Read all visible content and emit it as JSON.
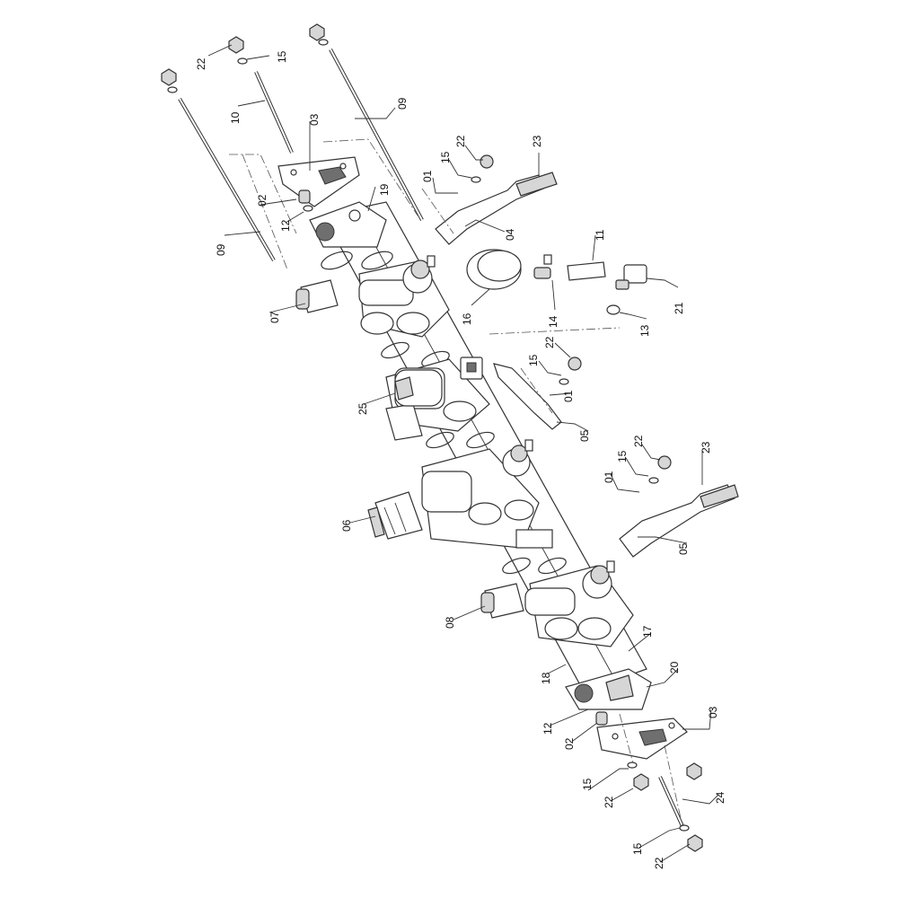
{
  "callouts": [
    {
      "id": "c1",
      "text": "22"
    },
    {
      "id": "c2",
      "text": "15"
    },
    {
      "id": "c3",
      "text": "10"
    },
    {
      "id": "c4",
      "text": "03"
    },
    {
      "id": "c5",
      "text": "09"
    },
    {
      "id": "c6",
      "text": "02"
    },
    {
      "id": "c7",
      "text": "12"
    },
    {
      "id": "c8",
      "text": "19"
    },
    {
      "id": "c9",
      "text": "09"
    },
    {
      "id": "c10",
      "text": "01"
    },
    {
      "id": "c11",
      "text": "15"
    },
    {
      "id": "c12",
      "text": "22"
    },
    {
      "id": "c13",
      "text": "23"
    },
    {
      "id": "c14",
      "text": "04"
    },
    {
      "id": "c15",
      "text": "11"
    },
    {
      "id": "c16",
      "text": "16"
    },
    {
      "id": "c17",
      "text": "14"
    },
    {
      "id": "c18",
      "text": "21"
    },
    {
      "id": "c19",
      "text": "13"
    },
    {
      "id": "c20",
      "text": "07"
    },
    {
      "id": "c21",
      "text": "22"
    },
    {
      "id": "c22",
      "text": "15"
    },
    {
      "id": "c23",
      "text": "01"
    },
    {
      "id": "c24",
      "text": "25"
    },
    {
      "id": "c25",
      "text": "05"
    },
    {
      "id": "c26",
      "text": "22"
    },
    {
      "id": "c27",
      "text": "15"
    },
    {
      "id": "c28",
      "text": "23"
    },
    {
      "id": "c29",
      "text": "01"
    },
    {
      "id": "c30",
      "text": "06"
    },
    {
      "id": "c31",
      "text": "05"
    },
    {
      "id": "c32",
      "text": "08"
    },
    {
      "id": "c33",
      "text": "17"
    },
    {
      "id": "c34",
      "text": "18"
    },
    {
      "id": "c35",
      "text": "20"
    },
    {
      "id": "c36",
      "text": "12"
    },
    {
      "id": "c37",
      "text": "02"
    },
    {
      "id": "c38",
      "text": "03"
    },
    {
      "id": "c39",
      "text": "15"
    },
    {
      "id": "c40",
      "text": "22"
    },
    {
      "id": "c41",
      "text": "24"
    },
    {
      "id": "c42",
      "text": "15"
    },
    {
      "id": "c43",
      "text": "22"
    }
  ]
}
